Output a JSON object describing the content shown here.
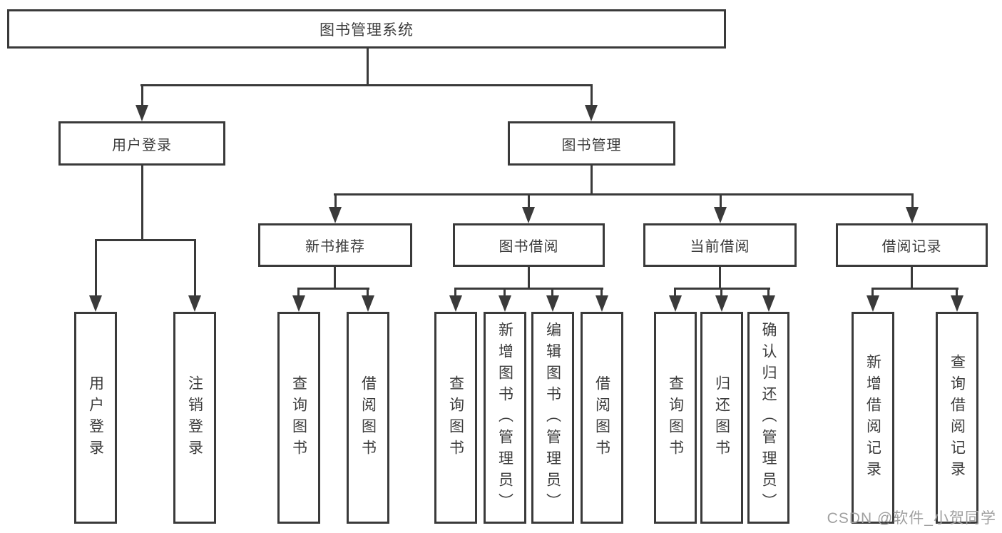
{
  "diagram": {
    "title": "图书管理系统",
    "level2": {
      "user_login": "用户登录",
      "book_mgmt": "图书管理"
    },
    "level3": {
      "new_book_rec": "新书推荐",
      "book_borrow": "图书借阅",
      "current_borrow": "当前借阅",
      "borrow_record": "借阅记录"
    },
    "leaves": {
      "user_login": "用户登录",
      "logout": "注销登录",
      "query_book_a": "查询图书",
      "borrow_book_a": "借阅图书",
      "query_book_b": "查询图书",
      "add_book": "新增图书（管理员）",
      "edit_book": "编辑图书（管理员）",
      "borrow_book_b": "借阅图书",
      "query_book_c": "查询图书",
      "return_book": "归还图书",
      "confirm_return": "确认归还（管理员）",
      "add_record": "新增借阅记录",
      "query_record": "查询借阅记录"
    }
  },
  "watermark": "CSDN @软件_小贺同学",
  "colors": {
    "line": "#3a3a3a",
    "text": "#3c3c3c",
    "background": "#ffffff",
    "watermark": "#a0a0a0"
  }
}
